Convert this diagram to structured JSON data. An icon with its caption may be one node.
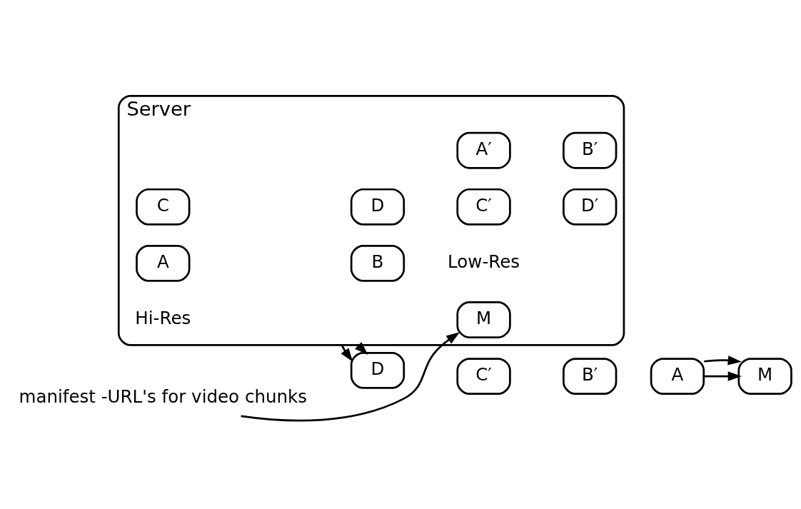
{
  "diagram": {
    "nodes": [
      {
        "text": [
          "Server"
        ]
      },
      {
        "text": [
          "A"
        ],
        "in": 0
      },
      {
        "text": [
          "B"
        ],
        "in": 0
      },
      {
        "text": [
          "C"
        ],
        "in": 0
      },
      {
        "text": [
          "D"
        ],
        "in": 0
      },
      {
        "text": [
          "A′"
        ],
        "in": 0
      },
      {
        "text": [
          "B′"
        ],
        "in": 0
      },
      {
        "text": [
          "C′"
        ],
        "in": 0
      },
      {
        "text": [
          "D′"
        ],
        "in": 0
      },
      {
        "text": [
          "M"
        ],
        "in": 0
      },
      {
        "text": [
          "D"
        ]
      },
      {
        "text": [
          "C′"
        ]
      },
      {
        "text": [
          "B′"
        ]
      },
      {
        "text": [
          "A"
        ]
      },
      {
        "text": [
          "M"
        ]
      },
      {
        "text": [
          "manifest -URL's for video chunks"
        ]
      }
    ],
    "edges": [
      {
        "from": 0,
        "to": 10,
        "arrow": "to"
      },
      {
        "from": 0,
        "to": 10,
        "arrow": "to"
      },
      {
        "from": 13,
        "to": 14,
        "arrow": "to"
      },
      {
        "from": 13,
        "to": 14,
        "arrow": "to"
      },
      {
        "from": 15,
        "to": 9,
        "arrow": "to"
      }
    ],
    "labels": [
      "Hi-Res",
      "Low-Res"
    ]
  }
}
